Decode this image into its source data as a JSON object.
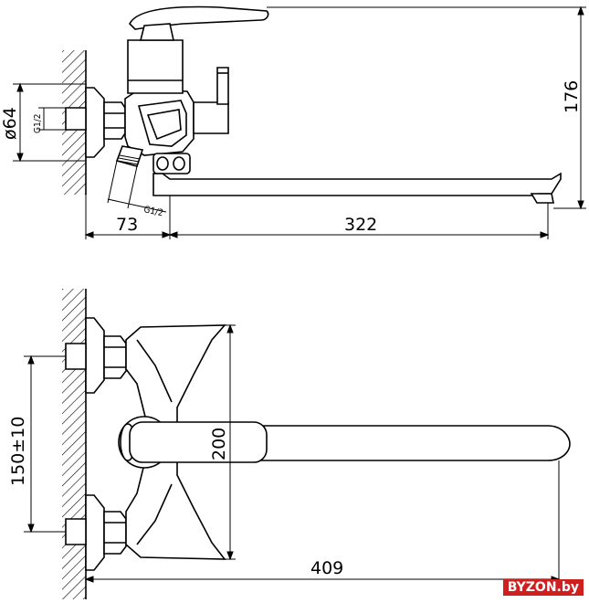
{
  "top_view": {
    "dim_diameter": "ø64",
    "dim_thread_left": "G1/2",
    "dim_thread_right": "G1/2",
    "dim_height": "176",
    "dim_offset": "73",
    "dim_spout_reach": "322"
  },
  "bottom_view": {
    "dim_spacing": "150±10",
    "dim_body_height": "200",
    "dim_total_reach": "409"
  },
  "watermark": "BYZON.by"
}
